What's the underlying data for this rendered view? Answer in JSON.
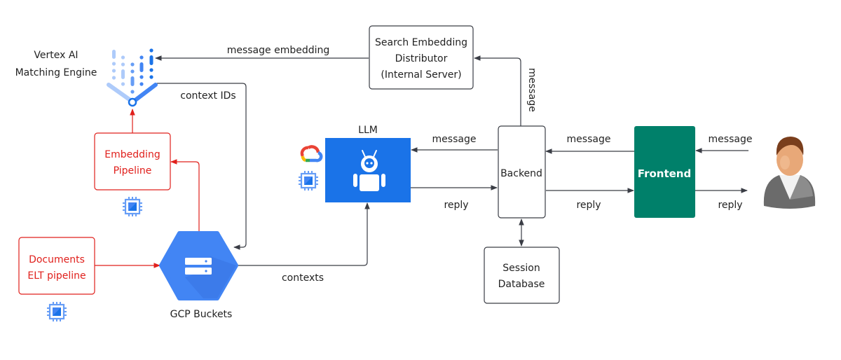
{
  "nodes": {
    "vertex": {
      "label_line1": "Vertex AI",
      "label_line2": "Matching Engine",
      "icon": "vertex-ai-matching-engine-icon"
    },
    "search_dist": {
      "line1": "Search Embedding",
      "line2": "Distributor",
      "line3": "(Internal Server)"
    },
    "embedding_pipeline": {
      "line1": "Embedding",
      "line2": "Pipeline",
      "icon": "compute-chip-icon"
    },
    "documents_pipeline": {
      "line1": "Documents",
      "line2": "ELT pipeline",
      "icon": "compute-chip-icon"
    },
    "gcp_buckets": {
      "label": "GCP Buckets",
      "icon": "cloud-storage-icon"
    },
    "llm": {
      "label": "LLM",
      "icon": "robot-icon",
      "badges": [
        "google-cloud-icon",
        "compute-chip-icon"
      ]
    },
    "backend": {
      "label": "Backend"
    },
    "frontend": {
      "label": "Frontend"
    },
    "session_db": {
      "line1": "Session",
      "line2": "Database"
    },
    "user": {
      "icon": "user-avatar-icon"
    }
  },
  "edges": {
    "message_embedding": "message embedding",
    "context_ids": "context IDs",
    "message_vertical": "message",
    "llm_message": "message",
    "llm_reply": "reply",
    "backend_message": "message",
    "backend_reply": "reply",
    "user_message": "message",
    "user_reply": "reply",
    "contexts": "contexts"
  },
  "colors": {
    "red": "#e0201c",
    "blue": "#1a73e8",
    "teal": "#00806a",
    "line": "#3a3d45"
  }
}
